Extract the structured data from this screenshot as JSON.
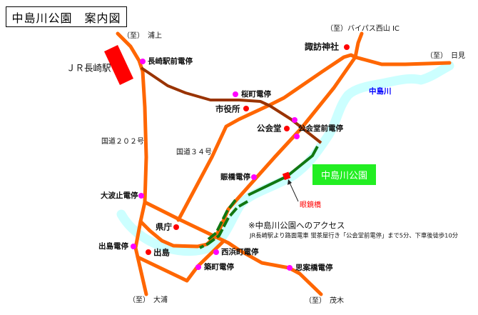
{
  "title": "中島川公園　案内図",
  "park_label": "中島川公園",
  "colors": {
    "road": "#ff6600",
    "tram": "#993300",
    "river": "#ccffff",
    "park": "#22ee22",
    "tram_stop": "#ff00ff",
    "landmark": "#ff0000",
    "river_label": "#0000ff"
  },
  "directions": {
    "urakami": "（至）　浦上",
    "bypass": "（至）バイパス西山 IC",
    "himi": "（至）　日見",
    "oura": "（至）　大浦",
    "mogi": "（至）　茂木"
  },
  "roads": {
    "r202": "国道２０２号",
    "r34": "国道３４号"
  },
  "river": "中島川",
  "station": "ＪＲ長崎駅",
  "tram_stops": [
    "長崎駅前電停",
    "桜町電停",
    "公会堂前電停",
    "賑橋電停",
    "大波止電停",
    "出島電停",
    "西浜町電停",
    "築町電停",
    "思案橋電停"
  ],
  "landmarks": [
    "諏訪神社",
    "市役所",
    "公会堂",
    "県庁",
    "出島"
  ],
  "bridge": "眼鏡橋",
  "access": {
    "heading": "※中島川公園へのアクセス",
    "detail": "JR長崎駅より路面電車 蛍茶屋行き「公会堂前電停」まで5分、下車後徒歩10分"
  }
}
